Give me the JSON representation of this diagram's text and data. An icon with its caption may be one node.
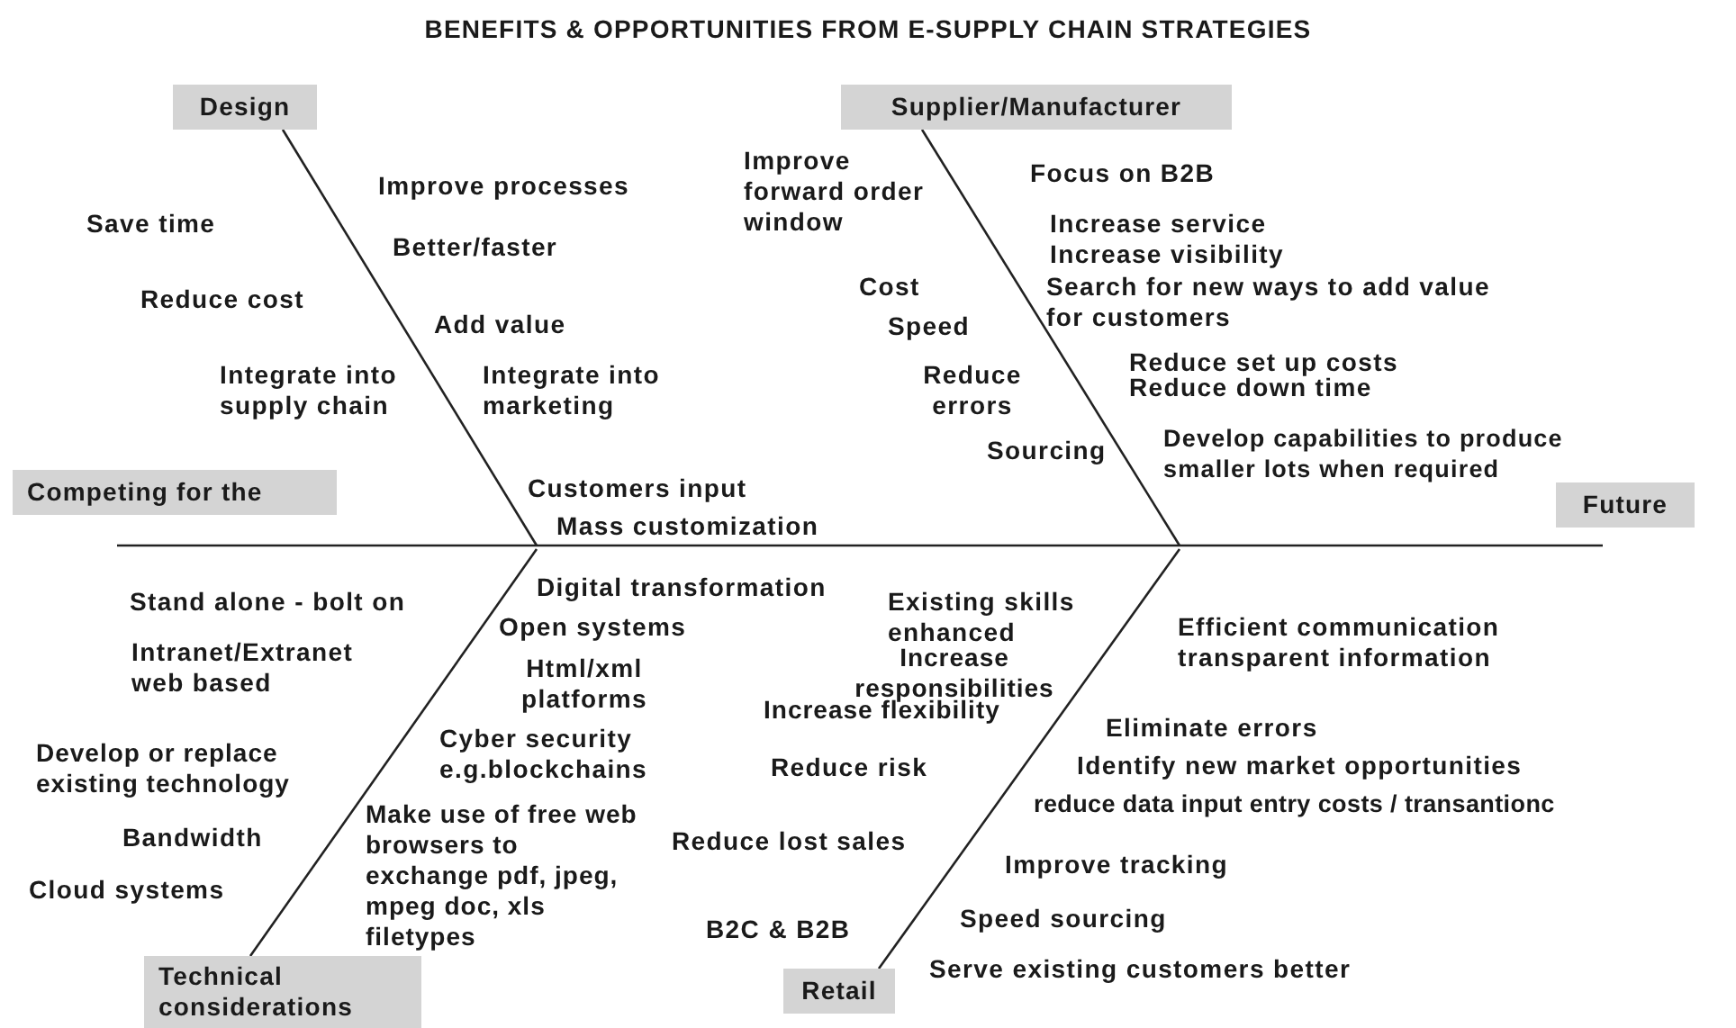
{
  "diagram": {
    "title": "BENEFITS & OPPORTUNITIES FROM E-SUPPLY CHAIN STRATEGIES",
    "nodes": [
      {
        "text": [
          "Design"
        ]
      },
      {
        "text": [
          "Supplier/Manufacturer"
        ]
      },
      {
        "text": [
          "Competing for the"
        ]
      },
      {
        "text": [
          "Future"
        ]
      },
      {
        "text": [
          "Technical considerations"
        ]
      },
      {
        "text": [
          "Retail"
        ]
      }
    ],
    "edges": [
      {
        "from": 0,
        "to": null,
        "arrow": "none"
      },
      {
        "from": 1,
        "to": null,
        "arrow": "none"
      },
      {
        "from": 4,
        "to": null,
        "arrow": "none"
      },
      {
        "from": 5,
        "to": null,
        "arrow": "none"
      }
    ],
    "labels": [
      "Improve processes",
      "Save time",
      "Better/faster",
      "Reduce cost",
      "Add value",
      "Integrate into supply chain",
      "Integrate into marketing",
      "Customers input",
      "Mass customization",
      "Improve forward order window",
      "Focus on B2B",
      "Increase service",
      "Increase visibility",
      "Search for new ways to add value for customers",
      "Cost",
      "Speed",
      "Reduce errors",
      "Reduce set up costs",
      "Reduce down time",
      "Sourcing",
      "Develop capabilities to produce smaller lots when required",
      "Stand alone - bolt on",
      "Digital transformation",
      "Open systems",
      "Intranet/Extranet web based",
      "Html/xml platforms",
      "Develop or replace existing technology",
      "Cyber security e.g.blockchains",
      "Bandwidth",
      "Make use of free web browsers to exchange pdf, jpeg, mpeg doc, xls filetypes",
      "Cloud systems",
      "Existing skills enhanced",
      "Increase responsibilities",
      "Increase flexibility",
      "Reduce risk",
      "Reduce lost sales",
      "B2C & B2B",
      "Efficient communication transparent information",
      "Eliminate errors",
      "Identify new market opportunities",
      "reduce data input entry costs / transantionc",
      "Improve tracking",
      "Speed sourcing",
      "Serve existing customers better"
    ]
  }
}
